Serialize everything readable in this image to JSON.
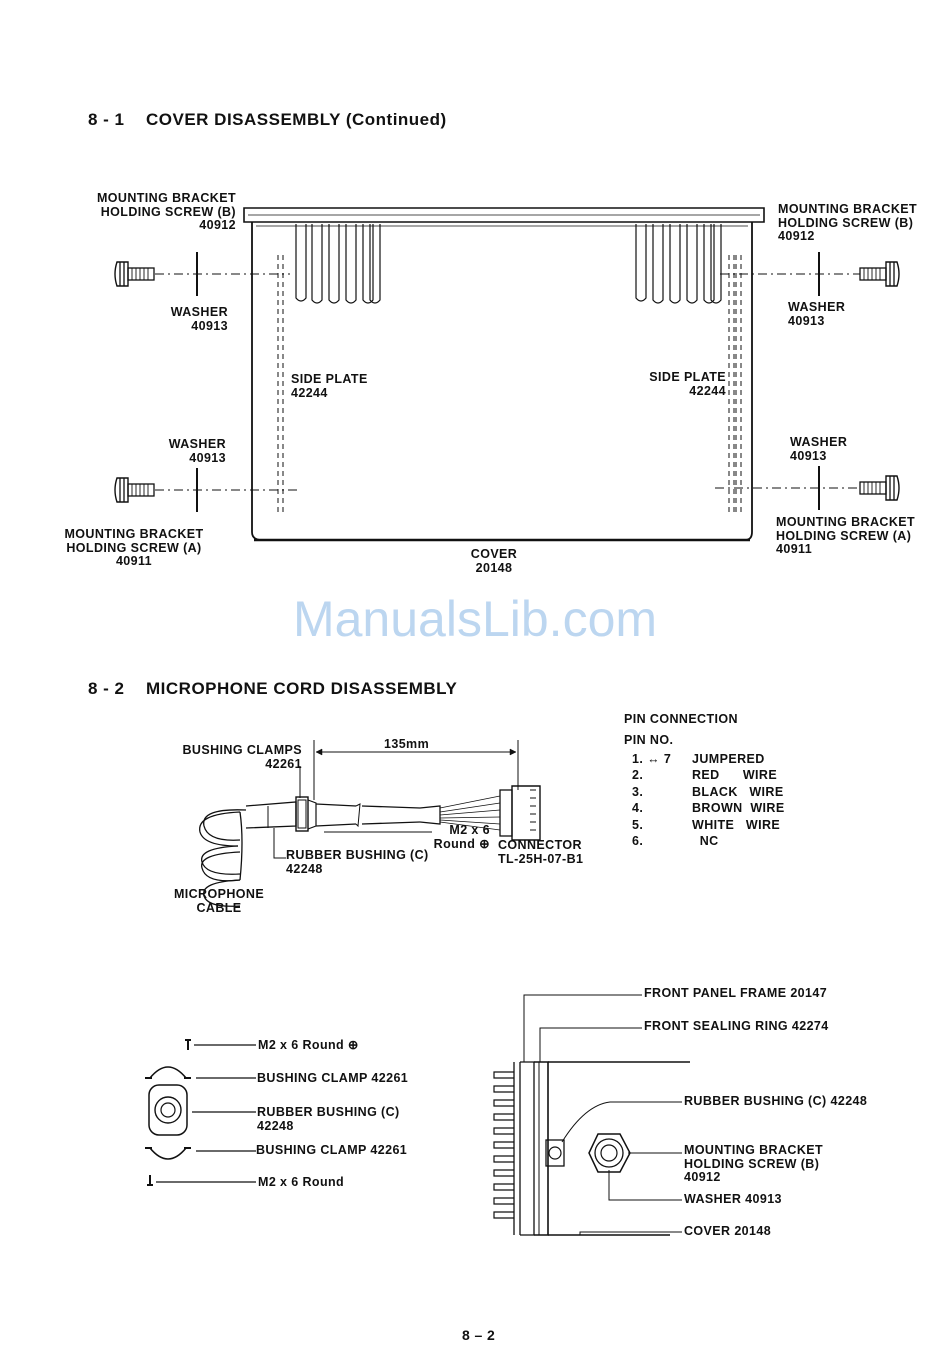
{
  "watermark": "ManualsLib.com",
  "page_number": "8 – 2",
  "section1": {
    "number": "8 - 1",
    "title": "COVER DISASSEMBLY (Continued)",
    "labels": {
      "screw_b_left": "MOUNTING BRACKET\nHOLDING SCREW (B)\n40912",
      "screw_b_right": "MOUNTING BRACKET\nHOLDING SCREW (B)\n40912",
      "washer_tl": "WASHER\n40913",
      "washer_tr": "WASHER\n40913",
      "washer_bl": "WASHER\n40913",
      "washer_br": "WASHER\n40913",
      "side_plate_left": "SIDE PLATE\n42244",
      "side_plate_right": "SIDE PLATE\n42244",
      "screw_a_left": "MOUNTING BRACKET\nHOLDING SCREW (A)\n40911",
      "screw_a_right": "MOUNTING BRACKET\nHOLDING SCREW (A)\n40911",
      "cover": "COVER\n20148"
    }
  },
  "section2": {
    "number": "8 - 2",
    "title": "MICROPHONE CORD DISASSEMBLY",
    "labels": {
      "bushing_clamps": "BUSHING CLAMPS\n42261",
      "dimension": "135mm",
      "m2x6": "M2 x 6\nRound ⊕",
      "connector": "CONNECTOR\nTL-25H-07-B1",
      "rubber_bushing": "RUBBER BUSHING (C)\n42248",
      "mic_cable": "MICROPHONE\nCABLE"
    },
    "pin_table": {
      "title": "PIN CONNECTION",
      "subtitle": "PIN NO.",
      "rows": [
        {
          "pin": "1. ↔ 7",
          "desc": "JUMPERED"
        },
        {
          "pin": "2.",
          "desc": "RED      WIRE"
        },
        {
          "pin": "3.",
          "desc": "BLACK   WIRE"
        },
        {
          "pin": "4.",
          "desc": "BROWN  WIRE"
        },
        {
          "pin": "5.",
          "desc": "WHITE   WIRE"
        },
        {
          "pin": "6.",
          "desc": "  NC"
        }
      ]
    },
    "exploded": {
      "screw_top": "M2 x 6 Round ⊕",
      "clamp_top": "BUSHING CLAMP 42261",
      "rubber": "RUBBER BUSHING (C)\n42248",
      "clamp_bottom": "BUSHING CLAMP 42261",
      "screw_bottom": "M2 x 6 Round"
    },
    "side_view": {
      "front_panel_frame": "FRONT PANEL FRAME 20147",
      "front_sealing_ring": "FRONT SEALING RING 42274",
      "rubber_bushing": "RUBBER BUSHING (C) 42248",
      "mounting_screw": "MOUNTING BRACKET\nHOLDING SCREW (B)\n40912",
      "washer": "WASHER 40913",
      "cover": "COVER 20148"
    }
  }
}
